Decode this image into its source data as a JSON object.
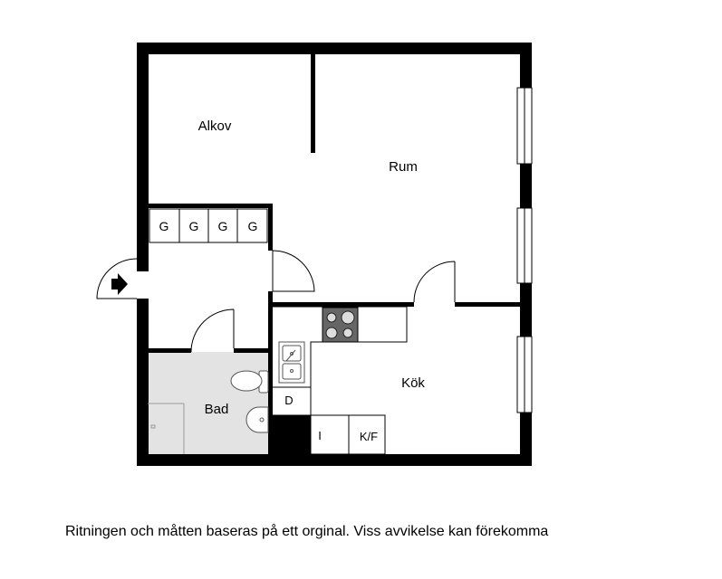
{
  "rooms": {
    "alkov": "Alkov",
    "rum": "Rum",
    "kok": "Kök",
    "bad": "Bad"
  },
  "fixtures": {
    "wardrobes": [
      "G",
      "G",
      "G",
      "G"
    ],
    "dishwasher": "D",
    "freezer": "I",
    "fridge_freezer": "K/F"
  },
  "colors": {
    "wall": "#000000",
    "bathroom_floor": "#e3e3e3",
    "fixture_line": "#555555"
  },
  "disclaimer": "Ritningen och måtten baseras på ett orginal. Viss avvikelse kan förekomma"
}
